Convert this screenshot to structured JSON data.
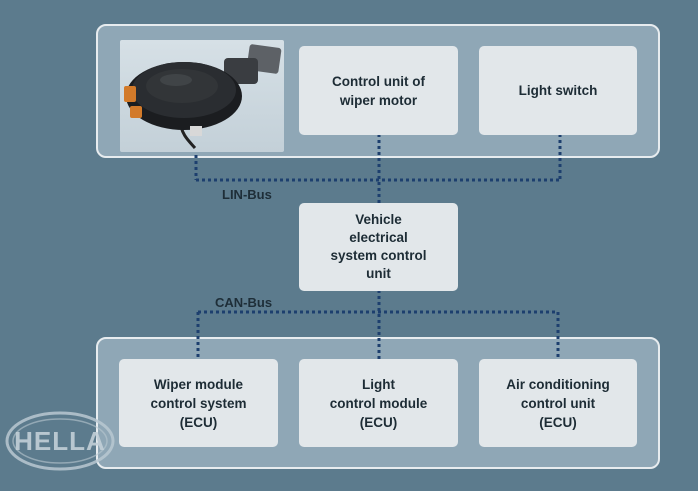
{
  "top_group": {
    "sensor_image": "rain-light-sensor",
    "wiper_motor_unit": "Control unit of\nwiper motor",
    "light_switch": "Light switch"
  },
  "lin_bus_label": "LIN-Bus",
  "central_unit": "Vehicle\nelectrical\nsystem control\nunit",
  "can_bus_label": "CAN-Bus",
  "bottom_group": {
    "wiper_module": "Wiper module\ncontrol system\n(ECU)",
    "light_module": "Light\ncontrol module\n(ECU)",
    "air_conditioning": "Air conditioning\ncontrol unit\n(ECU)"
  },
  "logo_text": "HELLA",
  "colors": {
    "background": "#5c7b8d",
    "panel": "#8fa7b6",
    "box": "#e2e7ea",
    "bus_line": "#1d3f6e"
  }
}
